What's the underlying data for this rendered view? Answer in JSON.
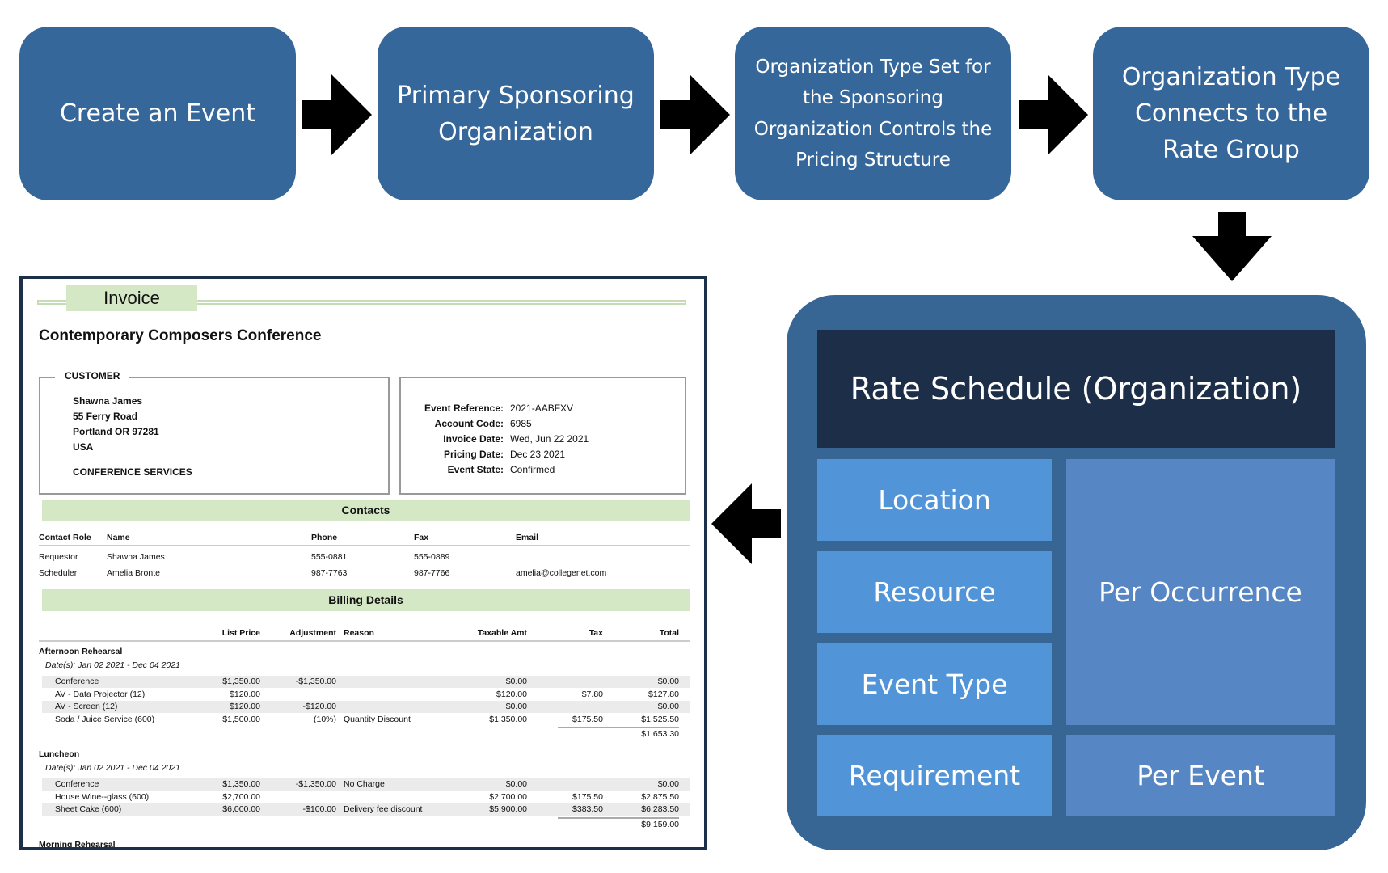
{
  "flow_steps": [
    "Create an Event",
    "Primary Sponsoring Organization",
    "Organization Type Set for the Sponsoring Organization Controls the Pricing Structure",
    "Organization Type Connects to the Rate Group"
  ],
  "rate_schedule": {
    "title": "Rate Schedule (Organization)",
    "left_cells": [
      "Location",
      "Resource",
      "Event Type",
      "Requirement"
    ],
    "per_occurrence": "Per Occurrence",
    "per_event": "Per Event"
  },
  "colors": {
    "step_box": "#36679a",
    "panel": "#386694",
    "title_box": "#1d2f48",
    "light_cell": "#5194d8",
    "rate_cell": "#5786c4",
    "invoice_band": "#d5e8c6"
  },
  "invoice": {
    "tab": "Invoice",
    "title": "Contemporary Composers Conference",
    "customer_label": "CUSTOMER",
    "customer_lines": [
      "Shawna James",
      "55 Ferry Road",
      "Portland OR 97281",
      "USA"
    ],
    "customer_dept": "CONFERENCE SERVICES",
    "details": [
      {
        "k": "Event Reference:",
        "v": "2021-AABFXV"
      },
      {
        "k": "Account Code:",
        "v": "6985"
      },
      {
        "k": "Invoice Date:",
        "v": "Wed, Jun 22 2021"
      },
      {
        "k": "Pricing Date:",
        "v": "Dec 23 2021"
      },
      {
        "k": "Event State:",
        "v": "Confirmed"
      }
    ],
    "contacts_title": "Contacts",
    "contacts_headers": [
      "Contact Role",
      "Name",
      "Phone",
      "Fax",
      "Email"
    ],
    "contacts": [
      [
        "Requestor",
        "Shawna James",
        "555-0881",
        "555-0889",
        ""
      ],
      [
        "Scheduler",
        "Amelia Bronte",
        "987-7763",
        "987-7766",
        "amelia@collegenet.com"
      ]
    ],
    "billing_title": "Billing Details",
    "billing_headers": [
      "",
      "List Price",
      "Adjustment",
      "Reason",
      "Taxable Amt",
      "Tax",
      "Total"
    ],
    "groups": [
      {
        "name": "Afternoon Rehearsal",
        "dates": "Date(s): Jan 02 2021 - Dec 04 2021",
        "rows": [
          [
            "Conference",
            "$1,350.00",
            "-$1,350.00",
            "",
            "$0.00",
            "",
            "$0.00"
          ],
          [
            "AV - Data Projector (12)",
            "$120.00",
            "",
            "",
            "$120.00",
            "$7.80",
            "$127.80"
          ],
          [
            "AV - Screen (12)",
            "$120.00",
            "-$120.00",
            "",
            "$0.00",
            "",
            "$0.00"
          ],
          [
            "Soda / Juice Service (600)",
            "$1,500.00",
            "(10%)",
            "Quantity Discount",
            "$1,350.00",
            "$175.50",
            "$1,525.50"
          ]
        ],
        "subtotal": "$1,653.30"
      },
      {
        "name": "Luncheon",
        "dates": "Date(s): Jan 02 2021 - Dec 04 2021",
        "rows": [
          [
            "Conference",
            "$1,350.00",
            "-$1,350.00",
            "No Charge",
            "$0.00",
            "",
            "$0.00"
          ],
          [
            "House Wine--glass (600)",
            "$2,700.00",
            "",
            "",
            "$2,700.00",
            "$175.50",
            "$2,875.50"
          ],
          [
            "Sheet Cake (600)",
            "$6,000.00",
            "-$100.00",
            "Delivery fee discount",
            "$5,900.00",
            "$383.50",
            "$6,283.50"
          ]
        ],
        "subtotal": "$9,159.00"
      },
      {
        "name": "Morning Rehearsal"
      }
    ]
  }
}
